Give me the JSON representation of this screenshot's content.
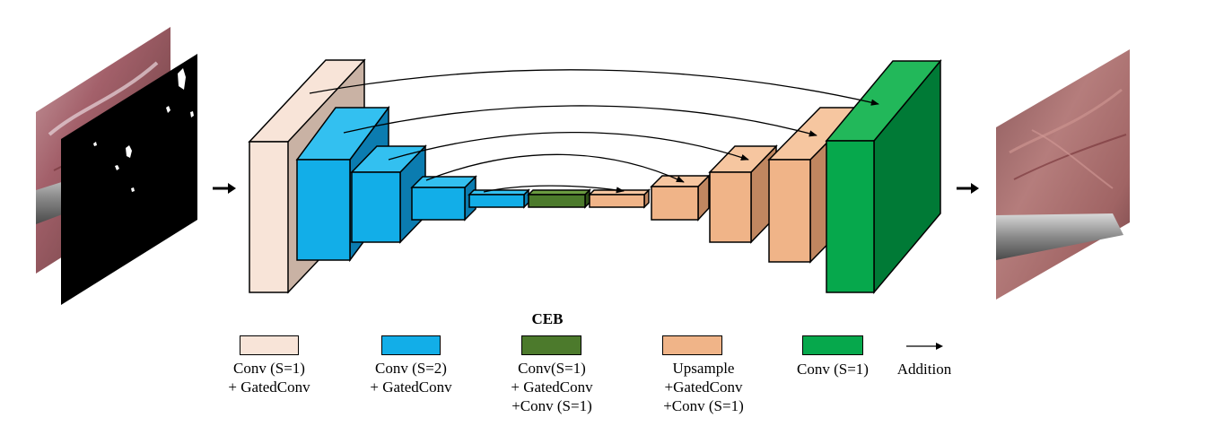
{
  "colors": {
    "conv_s1": "#f8e4d8",
    "conv_s2": "#12aee8",
    "ceb": "#4c7a2c",
    "upsample": "#f0b488",
    "conv_out": "#06a84c"
  },
  "legend": {
    "conv_s1": {
      "lines": [
        "Conv (S=1)",
        "+ GatedConv"
      ]
    },
    "conv_s2": {
      "lines": [
        "Conv (S=2)",
        "+ GatedConv"
      ]
    },
    "ceb": {
      "heading": "CEB",
      "lines": [
        "Conv(S=1)",
        "+ GatedConv",
        "+Conv (S=1)"
      ]
    },
    "upsample": {
      "lines": [
        "Upsample",
        "+GatedConv",
        "+Conv (S=1)"
      ]
    },
    "conv_out": {
      "lines": [
        "Conv (S=1)"
      ]
    },
    "addition": {
      "label": "Addition"
    }
  }
}
